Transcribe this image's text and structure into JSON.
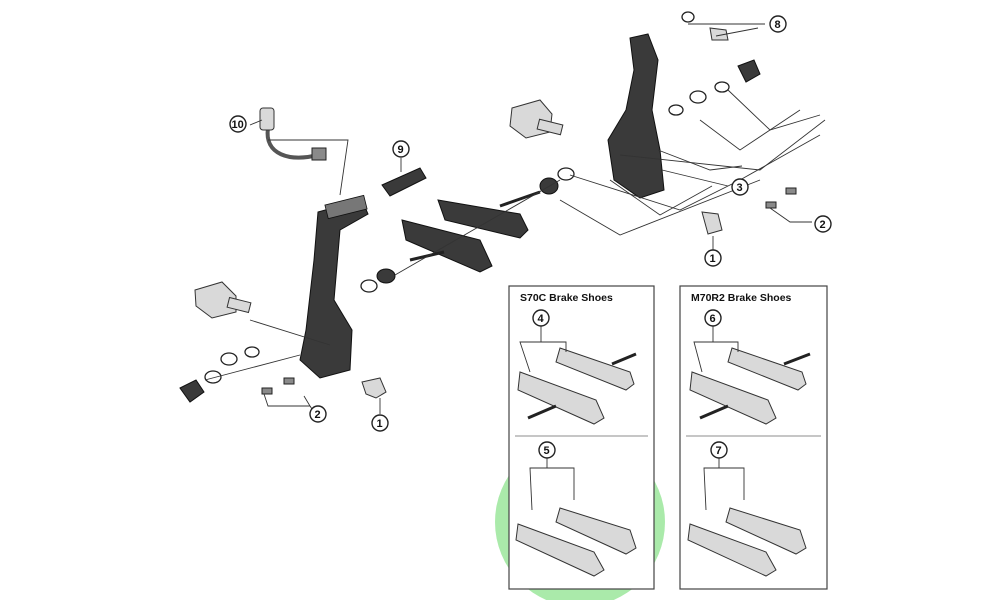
{
  "callouts": {
    "c1a": "1",
    "c1b": "1",
    "c2a": "2",
    "c2b": "2",
    "c3": "3",
    "c4": "4",
    "c5": "5",
    "c6": "6",
    "c7": "7",
    "c8": "8",
    "c9": "9",
    "c10": "10"
  },
  "panels": {
    "left_title": "S70C Brake Shoes",
    "right_title": "M70R2 Brake Shoes"
  },
  "colors": {
    "highlight": "#8ee38e",
    "part_dark": "#3a3a3a",
    "line": "#333333"
  }
}
